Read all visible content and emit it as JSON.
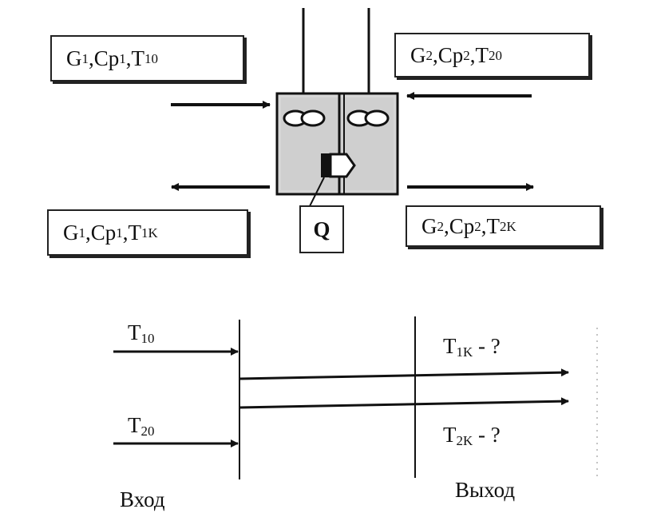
{
  "streams": {
    "in1": {
      "g": "G",
      "g_sub": "1",
      "cp": "Cp",
      "cp_sub": "1",
      "t": "T",
      "t_sub": "10"
    },
    "in2": {
      "g": "G",
      "g_sub": "2",
      "cp": "Cp",
      "cp_sub": "2",
      "t": "T",
      "t_sub": "20"
    },
    "out1": {
      "g": "G",
      "g_sub": "1",
      "cp": "Cp",
      "cp_sub": "1",
      "t": "T",
      "t_sub": "1K"
    },
    "out2": {
      "g": "G",
      "g_sub": "2",
      "cp": "Cp",
      "cp_sub": "2",
      "t": "T",
      "t_sub": "2K"
    }
  },
  "heat_box": {
    "label": "Q"
  },
  "scheme": {
    "t10": {
      "t": "T",
      "sub": "10"
    },
    "t20": {
      "t": "T",
      "sub": "20"
    },
    "t1k": {
      "t": "T",
      "sub": "1K",
      "suffix": " - ?"
    },
    "t2k": {
      "t": "T",
      "sub": "2K",
      "suffix": " - ?"
    },
    "input_label": "Вход",
    "output_label": "Выход"
  },
  "separator": ", "
}
